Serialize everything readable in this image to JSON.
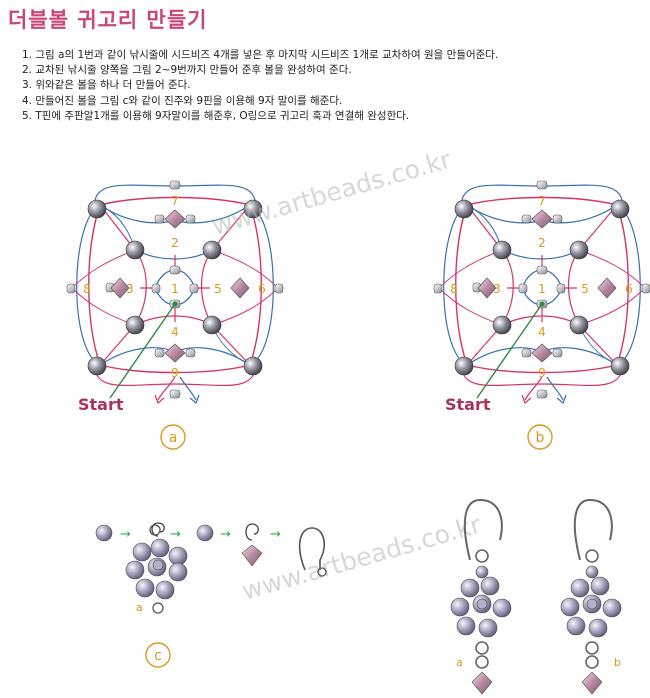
{
  "title": "더블볼 귀고리 만들기",
  "steps": [
    "1. 그림 a의 1번과 같이 낚시줄에 시드비즈 4개를 넣은 후 마지막 시드비즈 1개로 교차하여 원을 만들어준다.",
    "2. 교차된 낚시줄 양쪽을 그림 2~9번까지 만들어 준후 볼을 완성하여 준다.",
    "3. 위와같은 볼을 하나 더 만들어 준다.",
    "4. 만들어진 볼을 그림 c와 같이 진주와 9핀을 이용해 9자 말이를 해준다.",
    "5. T핀에 주판알1개를 이용해 9자말이를 해준후, O링으로 귀고리 훅과 연결해 완성한다."
  ],
  "watermark": "www.artbeads.co.kr",
  "diagram_a": {
    "numbers": [
      "7",
      "2",
      "3",
      "1",
      "5",
      "8",
      "6",
      "4",
      "9"
    ],
    "start_label": "Start",
    "caption": "a"
  },
  "diagram_b": {
    "numbers": [
      "7",
      "2",
      "3",
      "1",
      "5",
      "8",
      "6",
      "4",
      "9"
    ],
    "start_label": "Start",
    "caption": "b"
  },
  "diagram_c": {
    "small_label": "a",
    "caption": "c"
  },
  "earrings": {
    "left_label": "a",
    "right_label": "b"
  },
  "colors": {
    "title": "#c9467a",
    "thread_red": "#d6336c",
    "thread_blue": "#3a6fb0",
    "number": "#d99a1e",
    "caption": "#d99a1e",
    "start": "#a8325e",
    "arrow_green": "#2fb24a",
    "watermark": "#b8b8b8"
  }
}
